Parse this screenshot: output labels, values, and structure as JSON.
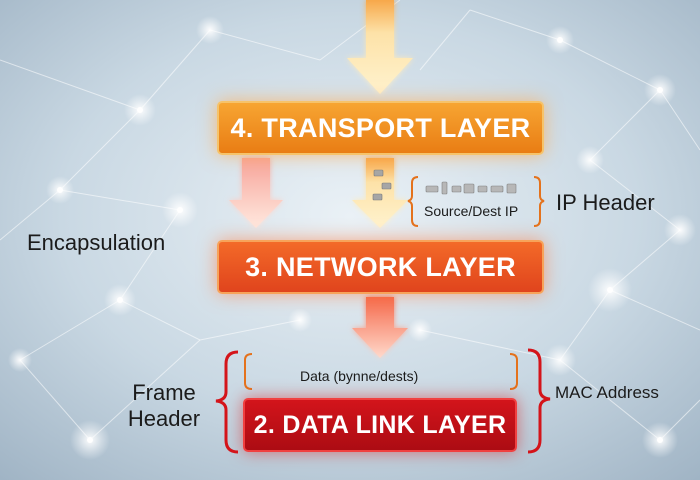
{
  "diagram": {
    "layers": {
      "transport": "4. TRANSPORT LAYER",
      "network": "3. NETWORK LAYER",
      "data_link": "2. DATA LINK LAYER"
    },
    "annotations": {
      "encapsulation": "Encapsulation",
      "ip_header": "IP Header",
      "source_dest_ip": "Source/Dest IP",
      "data_bynne_dests": "Data (bynne/dests)",
      "frame_header": "Frame\nHeader",
      "mac_address": "MAC Address"
    },
    "colors": {
      "transport": "#ef8f1f",
      "network": "#e8521f",
      "data_link": "#c2101a",
      "arrow": "#fff0c4",
      "bracket": "#e4721c",
      "bracket_red": "#d4141a"
    }
  }
}
